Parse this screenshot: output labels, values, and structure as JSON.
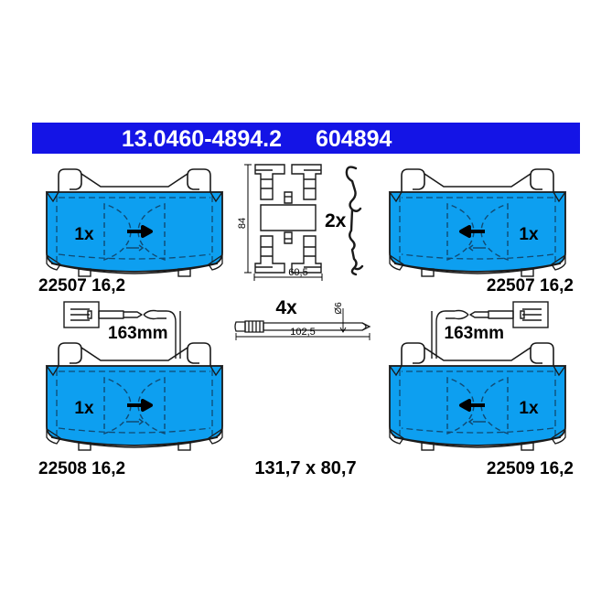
{
  "header": {
    "part_number": "13.0460-4894.2",
    "reference_number": "604894",
    "bar_color": "#1414e6",
    "text_color": "#ffffff"
  },
  "colors": {
    "pad_fill": "#0d9ff0",
    "outline": "#1a1a1a",
    "detail_line": "#104a73",
    "background": "#ffffff"
  },
  "pads": [
    {
      "id": "pad-top-left",
      "label": "22507 16,2",
      "quantity": "1x",
      "quantity_side": "left",
      "arrow_direction": "right",
      "mirrored": false,
      "has_sensor": false
    },
    {
      "id": "pad-top-right",
      "label": "22507 16,2",
      "quantity": "1x",
      "quantity_side": "right",
      "arrow_direction": "left",
      "mirrored": true,
      "has_sensor": false
    },
    {
      "id": "pad-bottom-left",
      "label": "22508 16,2",
      "quantity": "1x",
      "quantity_side": "left",
      "arrow_direction": "right",
      "mirrored": false,
      "has_sensor": true
    },
    {
      "id": "pad-bottom-right",
      "label": "22509 16,2",
      "quantity": "1x",
      "quantity_side": "right",
      "arrow_direction": "left",
      "mirrored": true,
      "has_sensor": true
    }
  ],
  "clip_assembly": {
    "quantity": "2x",
    "height_dimension": "84",
    "width_dimension": "60,5"
  },
  "pin": {
    "quantity": "4x",
    "length_dimension": "102,5",
    "diameter_dimension": "Ø6"
  },
  "sensors": [
    {
      "id": "sensor-left",
      "length": "163mm"
    },
    {
      "id": "sensor-right",
      "length": "163mm"
    }
  ],
  "footer": {
    "pad_dimensions": "131,7 x 80,7"
  }
}
